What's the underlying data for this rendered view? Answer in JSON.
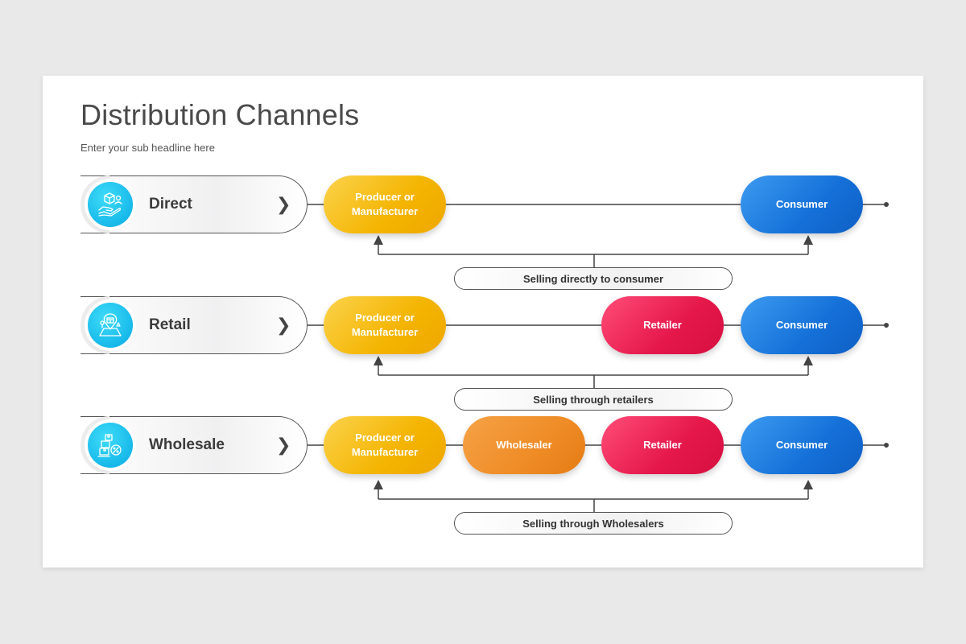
{
  "header": {
    "title": "Distribution Channels",
    "subtitle": "Enter your sub headline here"
  },
  "rows": [
    {
      "label": "Direct",
      "icon": "hand-delivery-icon",
      "nodes": [
        {
          "text": "Producer or Manufacturer",
          "color": "#f4b400"
        },
        {
          "text": "Consumer",
          "color": "#1470d8"
        }
      ],
      "caption": "Selling directly to consumer"
    },
    {
      "label": "Retail",
      "icon": "store-location-icon",
      "nodes": [
        {
          "text": "Producer or Manufacturer",
          "color": "#f4b400"
        },
        {
          "text": "Retailer",
          "color": "#e5174b"
        },
        {
          "text": "Consumer",
          "color": "#1470d8"
        }
      ],
      "caption": "Selling through retailers"
    },
    {
      "label": "Wholesale",
      "icon": "boxes-discount-icon",
      "nodes": [
        {
          "text": "Producer or Manufacturer",
          "color": "#f4b400"
        },
        {
          "text": "Wholesaler",
          "color": "#ef8c26"
        },
        {
          "text": "Retailer",
          "color": "#e5174b"
        },
        {
          "text": "Consumer",
          "color": "#1470d8"
        }
      ],
      "caption": "Selling through Wholesalers"
    }
  ],
  "chevron": "❯"
}
